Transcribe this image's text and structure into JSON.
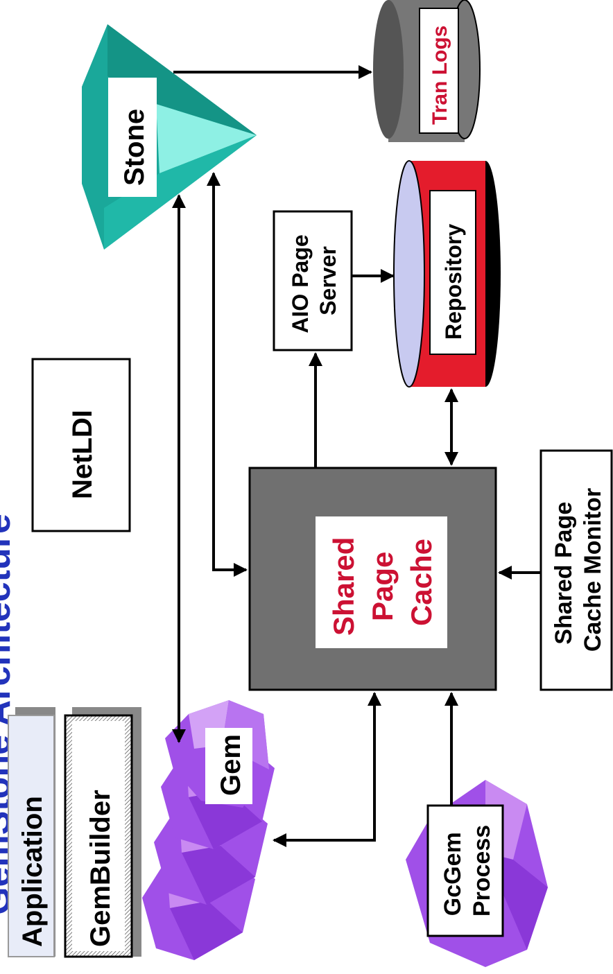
{
  "title_partial": "GemStone Architecture",
  "nodes": {
    "application": "Application",
    "gembuilder": "GemBuilder",
    "netldi": "NetLDI",
    "stone": "Stone",
    "tran_logs": "Tran Logs",
    "aio_page_server": [
      "AIO Page",
      "Server"
    ],
    "repository": "Repository",
    "shared_page_cache": [
      "Shared",
      "Page",
      "Cache"
    ],
    "shared_page_cache_monitor": [
      "Shared Page",
      "Cache Monitor"
    ],
    "gem": "Gem",
    "gcgem_process": [
      "GcGem",
      "Process"
    ]
  },
  "colors": {
    "stone": "#1aa89a",
    "gem": "#a050e8",
    "repository": "#e41c2c",
    "cache_box": "#707070",
    "tran_logs_drum": "#777777",
    "accent_text": "#cc1133",
    "title_text": "#2233bb"
  }
}
